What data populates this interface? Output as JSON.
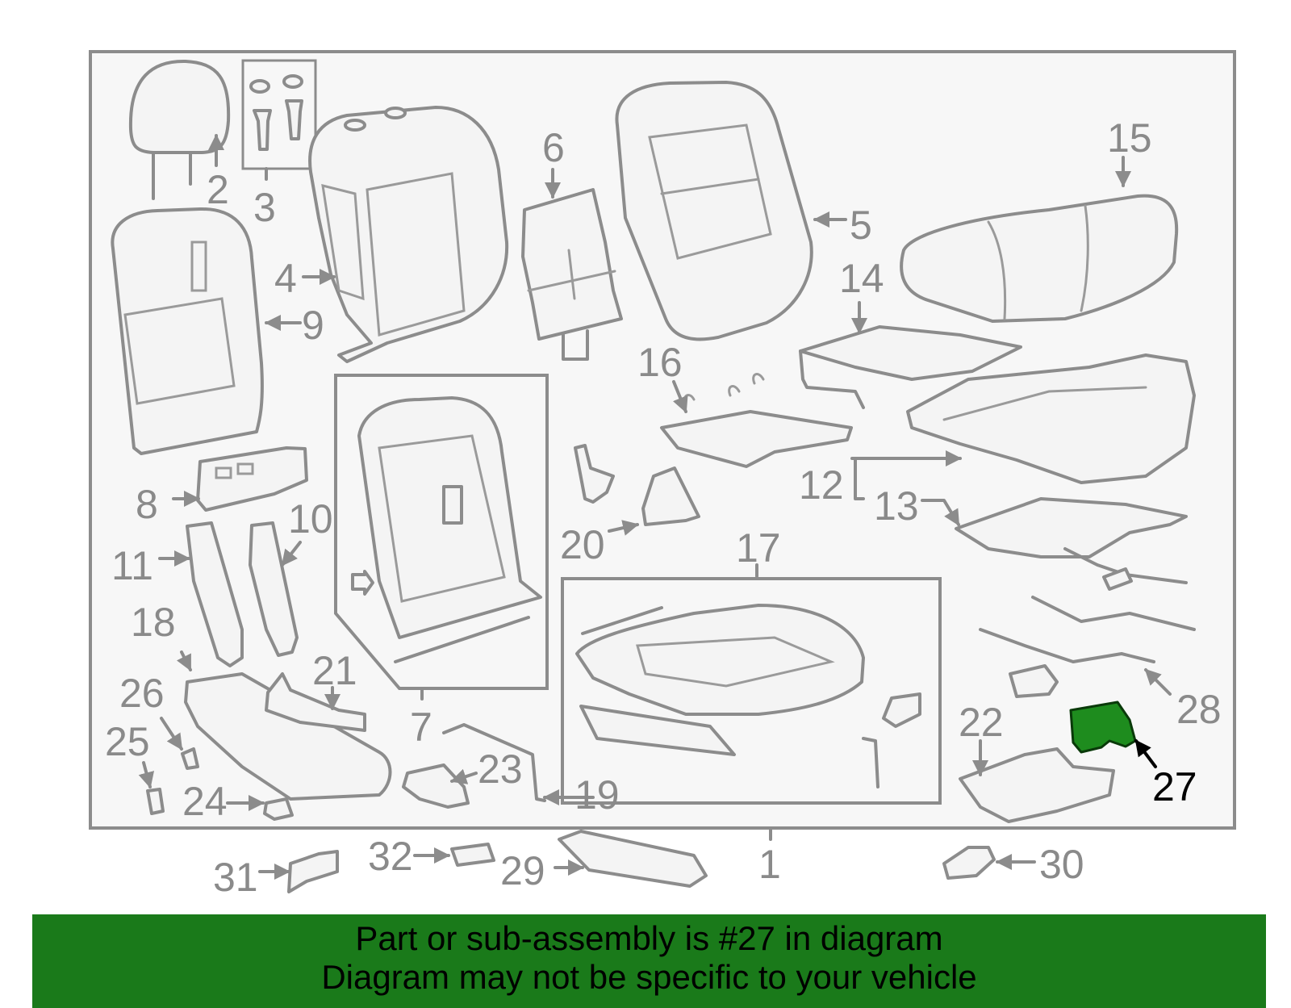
{
  "diagram": {
    "highlighted_part": "27",
    "highlight_color": "#1e8c1e",
    "callouts": [
      "1",
      "2",
      "3",
      "4",
      "5",
      "6",
      "7",
      "8",
      "9",
      "10",
      "11",
      "12",
      "13",
      "14",
      "15",
      "16",
      "17",
      "18",
      "19",
      "20",
      "21",
      "22",
      "23",
      "24",
      "25",
      "26",
      "27",
      "28",
      "29",
      "30",
      "31",
      "32"
    ]
  },
  "banner": {
    "line1": "Part or sub-assembly is #27 in diagram",
    "line2": "Diagram may not be specific to your vehicle",
    "background": "#1a7a1a"
  }
}
